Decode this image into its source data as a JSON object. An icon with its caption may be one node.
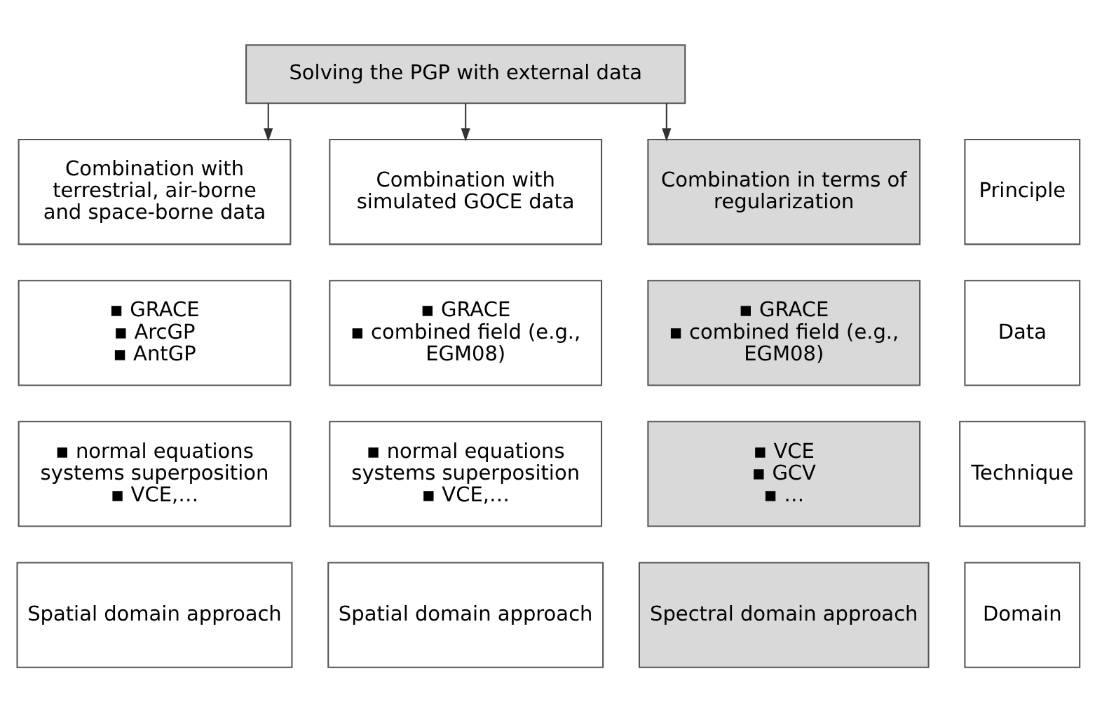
{
  "diagram": {
    "nodes": [
      {
        "text": [
          "Solving the PGP with external data"
        ]
      },
      {
        "text": [
          "Combination with terrestrial, air-borne and space-borne data"
        ]
      },
      {
        "text": [
          "Combination with simulated GOCE data"
        ]
      },
      {
        "text": [
          "Combination in terms of regularization"
        ]
      },
      {
        "text": [
          "Principle"
        ]
      },
      {
        "text": [
          "▪ GRACE",
          "▪ ArcGP",
          "▪ AntGP"
        ]
      },
      {
        "text": [
          "▪ GRACE",
          "▪ combined field (e.g., EGM08)"
        ]
      },
      {
        "text": [
          "▪ GRACE",
          "▪ combined field (e.g., EGM08)"
        ]
      },
      {
        "text": [
          "Data"
        ]
      },
      {
        "text": [
          "▪ normal equations systems superposition",
          "▪ VCE,…"
        ]
      },
      {
        "text": [
          "▪ normal equations systems superposition",
          "▪ VCE,…"
        ]
      },
      {
        "text": [
          "▪ VCE",
          "▪ GCV",
          "▪ …"
        ]
      },
      {
        "text": [
          "Technique"
        ]
      },
      {
        "text": [
          "Spatial domain approach"
        ]
      },
      {
        "text": [
          "Spatial domain approach"
        ]
      },
      {
        "text": [
          "Spectral domain approach"
        ]
      },
      {
        "text": [
          "Domain"
        ]
      }
    ],
    "edges": [
      {
        "from": 0,
        "to": 1,
        "arrow": "to"
      },
      {
        "from": 0,
        "to": 2,
        "arrow": "to"
      },
      {
        "from": 0,
        "to": 3,
        "arrow": "to"
      }
    ]
  }
}
